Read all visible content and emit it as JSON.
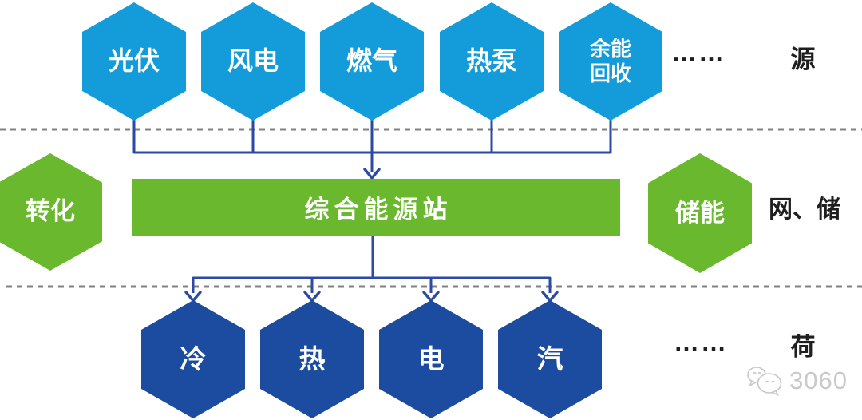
{
  "colors": {
    "source-blue": "#149cda",
    "green": "#6ab82e",
    "load-navy": "#1b4c9f",
    "connector-blue": "#2b4aa5",
    "dash-gray": "#818181",
    "label-black": "#1f1f1f",
    "watermark-gray": "#c9c9c9"
  },
  "diagram": {
    "source": {
      "row_label": "源",
      "ellipsis": "……",
      "nodes": [
        {
          "label": "光伏"
        },
        {
          "label": "风电"
        },
        {
          "label": "燃气"
        },
        {
          "label": "热泵"
        },
        {
          "label": "余能\n回收"
        }
      ]
    },
    "network": {
      "row_label": "网、储",
      "conversion_label": "转化",
      "station_label": "综合能源站",
      "storage_label": "储能"
    },
    "load": {
      "row_label": "荷",
      "ellipsis": "……",
      "nodes": [
        {
          "label": "冷"
        },
        {
          "label": "热"
        },
        {
          "label": "电"
        },
        {
          "label": "汽"
        }
      ]
    },
    "watermark": {
      "icon": "wechat-icon",
      "text": "3060"
    }
  }
}
